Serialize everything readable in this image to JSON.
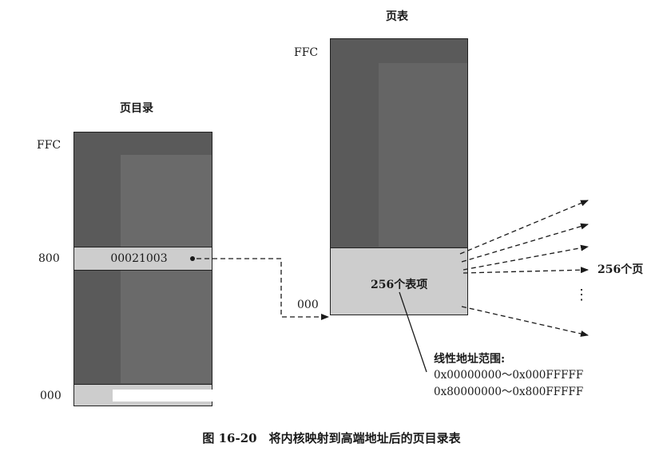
{
  "page_directory": {
    "title": "页目录",
    "labels": {
      "top": "FFC",
      "middle": "800",
      "bottom": "000"
    },
    "entry_value": "00021003"
  },
  "page_table": {
    "title": "页表",
    "labels": {
      "top": "FFC",
      "bottom": "000"
    },
    "entries_label": "256个表项"
  },
  "pages": {
    "label": "256个页",
    "ellipsis": "⋮"
  },
  "linear_range": {
    "title": "线性地址范围:",
    "ranges": [
      "0x00000000～0x000FFFFF",
      "0x80000000～0x800FFFFF"
    ]
  },
  "caption": "图 16-20　将内核映射到高端地址后的页目录表"
}
